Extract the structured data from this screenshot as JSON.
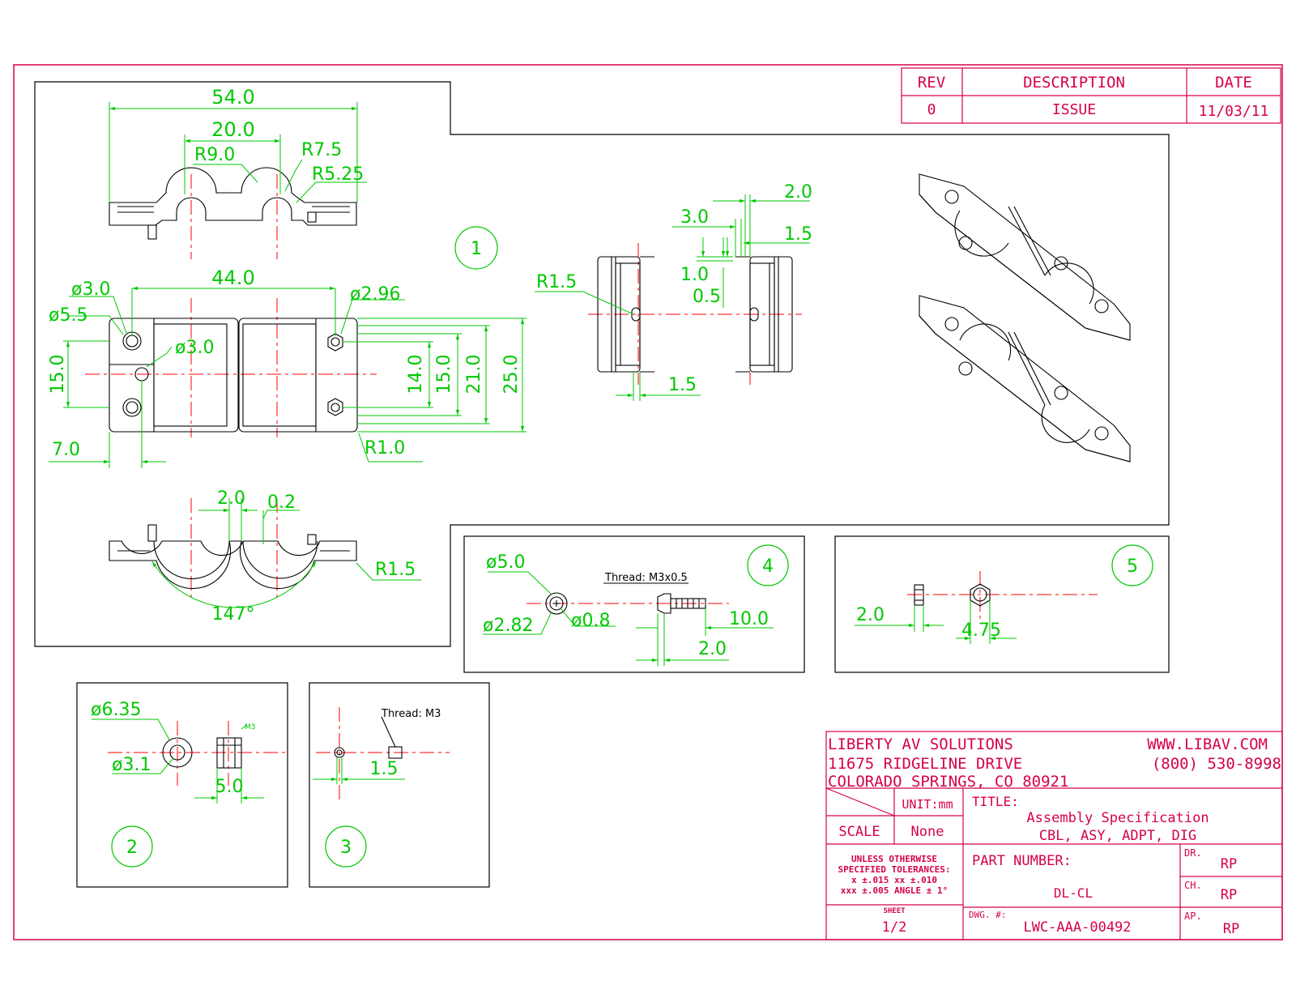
{
  "revision_block": {
    "headers": {
      "rev": "REV",
      "description": "DESCRIPTION",
      "date": "DATE"
    },
    "row": {
      "rev": "0",
      "description": "ISSUE",
      "date": "11/03/11"
    }
  },
  "view1": {
    "label": "1",
    "dims": {
      "overall_width": "54.0",
      "center_distance": "20.0",
      "r_9": "R9.0",
      "r_7_5": "R7.5",
      "r_5_25": "R5.25",
      "hole_spacing": "44.0",
      "dia_3_top": "ø3.0",
      "dia_5_5": "ø5.5",
      "dia_3_mid": "ø3.0",
      "dia_2_96": "ø2.96",
      "height_15_left": "15.0",
      "h_14": "14.0",
      "h_15": "15.0",
      "h_21": "21.0",
      "h_25": "25.0",
      "offset_7": "7.0",
      "r_1_0": "R1.0",
      "gap_2": "2.0",
      "gap_0_2": "0.2",
      "r_1_5_bottom": "R1.5",
      "angle": "147°"
    }
  },
  "side_view": {
    "dims": {
      "d_2_0": "2.0",
      "d_3_0": "3.0",
      "d_1_5_top": "1.5",
      "d_1_0": "1.0",
      "d_0_5": "0.5",
      "r_1_5": "R1.5",
      "d_1_5_bottom": "1.5"
    }
  },
  "view2": {
    "label": "2",
    "dims": {
      "outer": "ø6.35",
      "inner": "ø3.1",
      "length": "5.0",
      "thread": "M3"
    }
  },
  "view3": {
    "label": "3",
    "dims": {
      "thread": "Thread: M3",
      "length": "1.5"
    }
  },
  "view4": {
    "label": "4",
    "dims": {
      "head": "ø5.0",
      "shank": "ø2.82",
      "recess": "ø0.8",
      "thread": "Thread: M3x0.5",
      "length": "10.0",
      "head_h": "2.0"
    }
  },
  "view5": {
    "label": "5",
    "dims": {
      "thickness": "2.0",
      "flats": "4.75"
    }
  },
  "company": {
    "name": "LIBERTY AV SOLUTIONS",
    "address1": "11675 RIDGELINE DRIVE",
    "address2": "COLORADO SPRINGS, CO 80921",
    "web": "WWW.LIBAV.COM",
    "phone": "(800) 530-8998"
  },
  "title_block": {
    "unit_label": "UNIT:mm",
    "scale_label": "SCALE",
    "scale_value": "None",
    "title_label": "TITLE:",
    "title_line1": "Assembly Specification",
    "title_line2": "CBL, ASY, ADPT, DIG",
    "tolerances": [
      "UNLESS OTHERWISE",
      "SPECIFIED TOLERANCES:",
      "x ±.015   xx ±.010",
      "xxx ±.005  ANGLE ± 1°"
    ],
    "part_number_label": "PART NUMBER:",
    "part_number": "DL-CL",
    "sheet_label": "SHEET",
    "sheet_value": "1/2",
    "dwg_label": "DWG. #:",
    "dwg_value": "LWC-AAA-00492",
    "dr_label": "DR.",
    "dr_value": "RP",
    "ch_label": "CH.",
    "ch_value": "RP",
    "ap_label": "AP.",
    "ap_value": "RP"
  },
  "colors": {
    "border": "#d6004c",
    "dimension": "#00c800",
    "centerline": "#ff0000",
    "geometry": "#000000"
  }
}
